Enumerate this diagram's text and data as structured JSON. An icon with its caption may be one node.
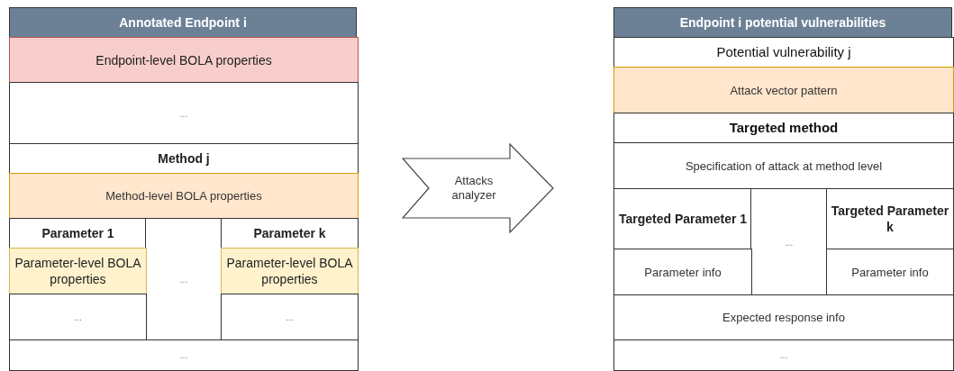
{
  "diagram": {
    "nodes": [
      {
        "text": [
          "Annotated Endpoint i"
        ]
      },
      {
        "text": [
          "Endpoint-level BOLA properties"
        ],
        "in": 0
      },
      {
        "text": [
          "..."
        ],
        "in": 0
      },
      {
        "text": [
          "Method j"
        ],
        "in": 0
      },
      {
        "text": [
          "Method-level BOLA properties"
        ],
        "in": 0
      },
      {
        "text": [
          "Parameter 1"
        ],
        "in": 0
      },
      {
        "text": [
          "..."
        ],
        "in": 0
      },
      {
        "text": [
          "Parameter k"
        ],
        "in": 0
      },
      {
        "text": [
          "Parameter-level BOLA properties"
        ],
        "in": 0
      },
      {
        "text": [
          "Parameter-level BOLA properties"
        ],
        "in": 0
      },
      {
        "text": [
          "..."
        ],
        "in": 0
      },
      {
        "text": [
          "..."
        ],
        "in": 0
      },
      {
        "text": [
          "..."
        ],
        "in": 0
      },
      {
        "text": [
          "Attacks analyzer"
        ]
      },
      {
        "text": [
          "Endpoint i potential vulnerabilities"
        ]
      },
      {
        "text": [
          "Potential vulnerability j"
        ],
        "in": 14
      },
      {
        "text": [
          "Attack vector pattern"
        ],
        "in": 14
      },
      {
        "text": [
          "Targeted method"
        ],
        "in": 14
      },
      {
        "text": [
          "Specification of attack at method level"
        ],
        "in": 14
      },
      {
        "text": [
          "Targeted Parameter 1"
        ],
        "in": 14
      },
      {
        "text": [
          "..."
        ],
        "in": 14
      },
      {
        "text": [
          "Targeted Parameter k"
        ],
        "in": 14
      },
      {
        "text": [
          "Parameter info"
        ],
        "in": 14
      },
      {
        "text": [
          "Parameter info"
        ],
        "in": 14
      },
      {
        "text": [
          "Expected response info"
        ],
        "in": 14
      },
      {
        "text": [
          "..."
        ],
        "in": 14
      }
    ],
    "edges": []
  }
}
